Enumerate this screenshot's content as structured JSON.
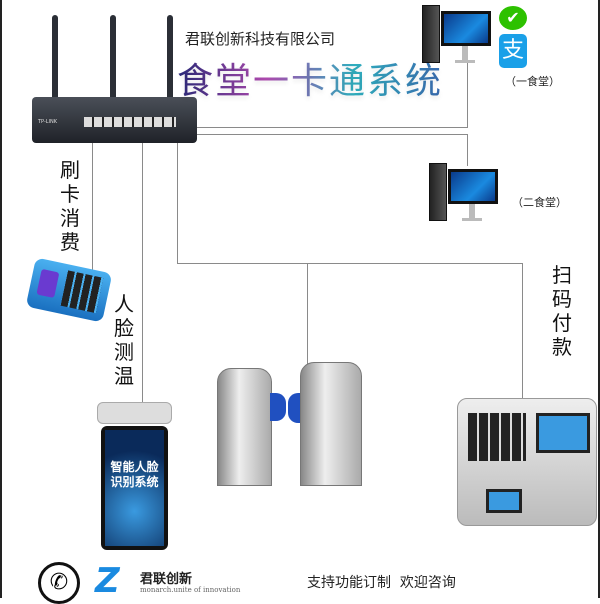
{
  "header": {
    "company": "君联创新科技有限公司",
    "title": "食堂一卡通系统"
  },
  "router": {
    "brand": "TP-LINK"
  },
  "canteens": {
    "first": "（一食堂）",
    "second": "（二食堂）"
  },
  "payment_icons": {
    "wechat": "wechat-pay-icon",
    "alipay": "alipay-icon",
    "alipay_glyph": "支"
  },
  "labels": {
    "card_consume": "刷卡消费",
    "face_temp": "人脸测温",
    "scan_pay": "扫码付款"
  },
  "face_device": {
    "screen_text_1": "智能人脸",
    "screen_text_2": "识别系统"
  },
  "footer": {
    "brand_cn": "君联创新",
    "brand_en": "monarch.unite of innovation",
    "slogan": "支持功能订制  欢迎咨询"
  },
  "colors": {
    "accent": "#1a8ae0",
    "wechat": "#2dc100",
    "alipay": "#1aa0e8"
  }
}
